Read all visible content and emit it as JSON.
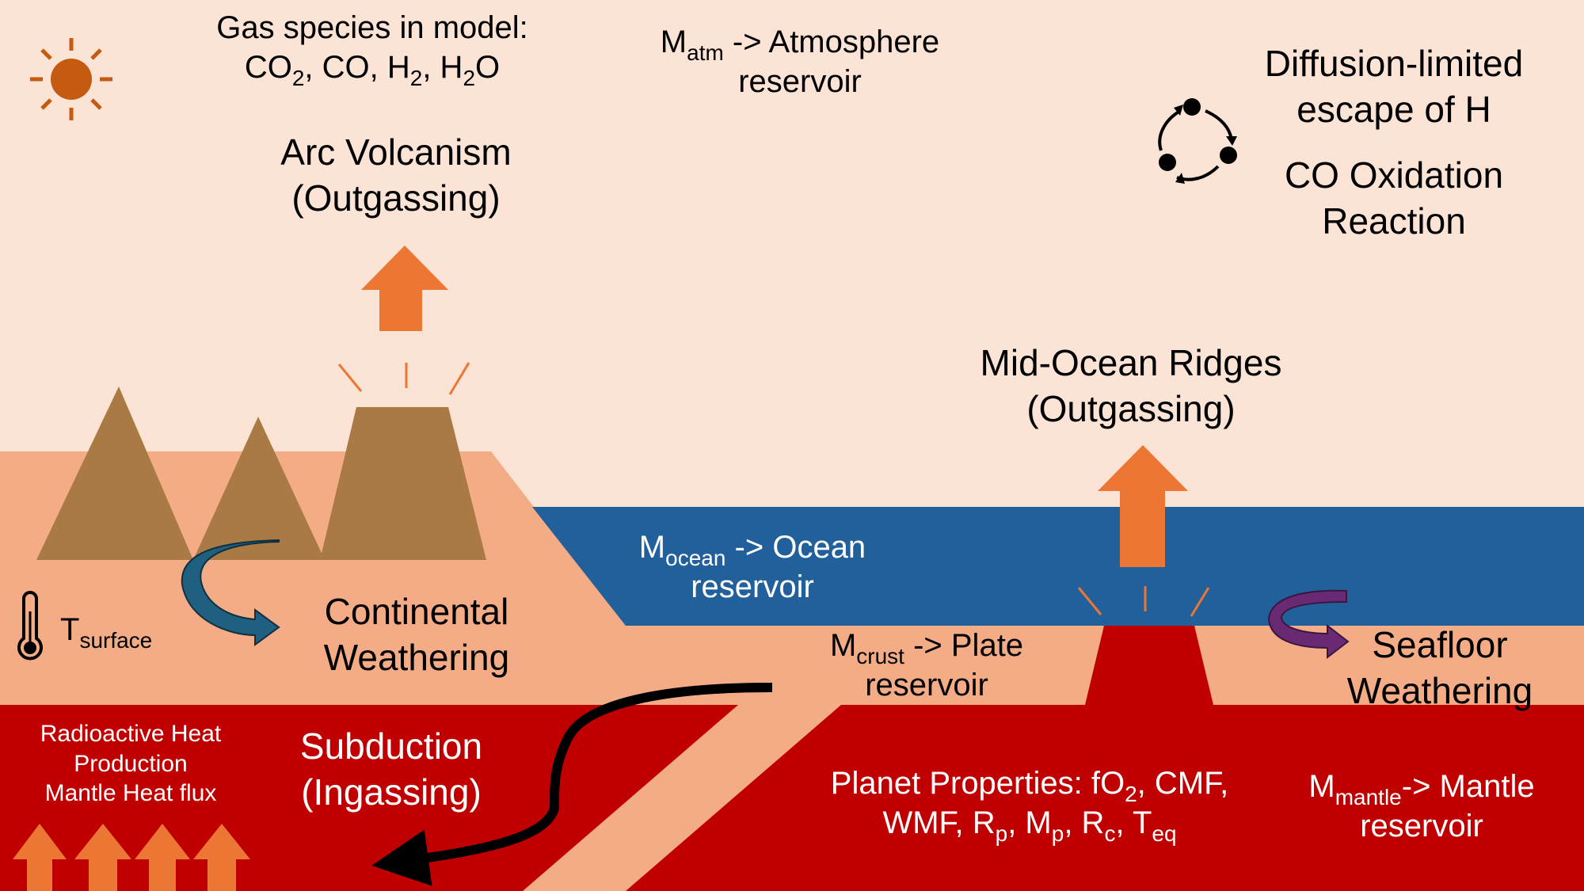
{
  "labels": {
    "gas_species_line1": "Gas species in model:",
    "gas_species_line2": [
      "CO",
      "2",
      ", CO, H",
      "2",
      ", H",
      "2",
      "O"
    ],
    "atm_reservoir": [
      "M",
      "atm",
      " -> Atmosphere"
    ],
    "atm_reservoir_line2": "reservoir",
    "diffusion_line1": "Diffusion-limited",
    "diffusion_line2": "escape of H",
    "co_oxidation_line1": "CO Oxidation",
    "co_oxidation_line2": "Reaction",
    "arc_volcanism_line1": "Arc Volcanism",
    "arc_volcanism_line2": "(Outgassing)",
    "mor_line1": "Mid-Ocean Ridges",
    "mor_line2": "(Outgassing)",
    "ocean_reservoir": [
      "M",
      "ocean",
      " -> Ocean"
    ],
    "ocean_reservoir_line2": "reservoir",
    "t_surface": [
      "T",
      "surface"
    ],
    "continental_line1": "Continental",
    "continental_line2": "Weathering",
    "crust_reservoir": [
      "M",
      "crust",
      " -> Plate"
    ],
    "crust_reservoir_line2": "reservoir",
    "seafloor_line1": "Seafloor",
    "seafloor_line2": "Weathering",
    "heat_line1": "Radioactive Heat",
    "heat_line2": "Production",
    "heat_line3": "Mantle Heat flux",
    "subduction_line1": "Subduction",
    "subduction_line2": "(Ingassing)",
    "planet_props_line1": [
      "Planet Properties: fO",
      "2",
      ", CMF,"
    ],
    "planet_props_line2": [
      "WMF, R",
      "p",
      ", M",
      "p",
      ", R",
      "c",
      ", T",
      "eq"
    ],
    "mantle_reservoir": [
      "M",
      "mantle",
      "-> Mantle"
    ],
    "mantle_reservoir_line2": "reservoir"
  },
  "icons": [
    "sun-icon",
    "thermometer-icon",
    "cycle-icon",
    "curved-arrow-icon"
  ],
  "colors": {
    "sky": "#fbe3d6",
    "land": "#f3ac86",
    "mantle": "#c00000",
    "ocean": "#21609b",
    "mountain": "#a97a44",
    "arrow_orange": "#ec7634",
    "sun": "#c55a11",
    "continental_arrow": "#1f5f80",
    "seafloor_arrow": "#6a2a73"
  }
}
